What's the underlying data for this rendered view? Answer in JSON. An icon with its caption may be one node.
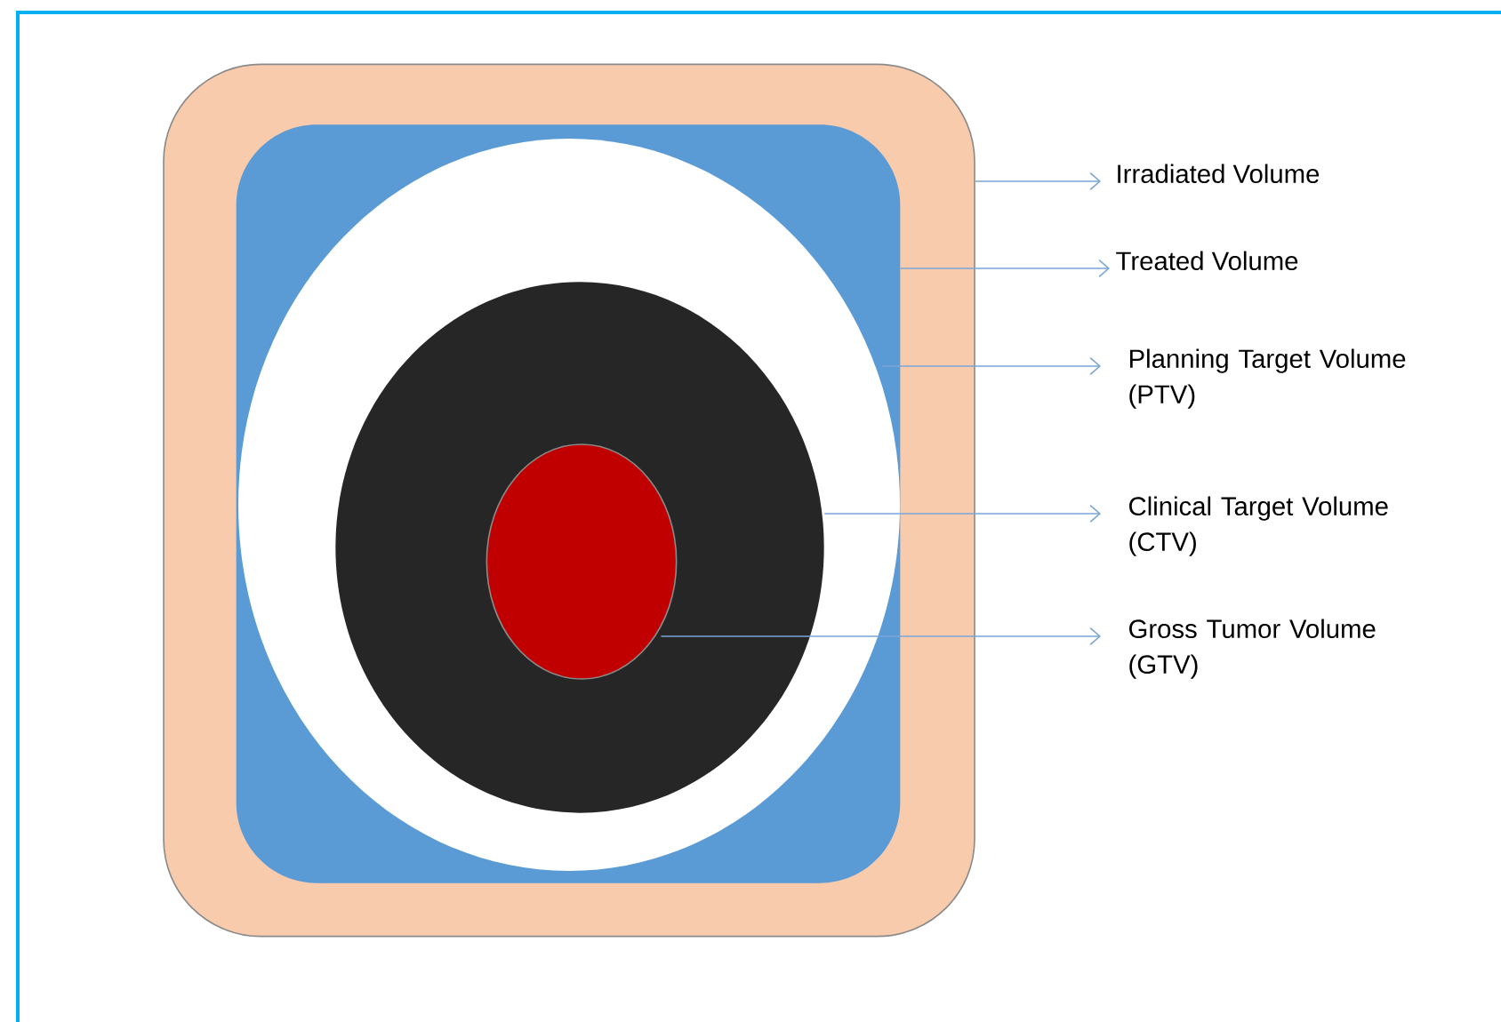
{
  "diagram": {
    "nodes": [
      {
        "text": [],
        "shape": "box"
      },
      {
        "text": [],
        "shape": "box",
        "in": 0
      },
      {
        "text": [],
        "shape": "circle",
        "in": 1
      },
      {
        "text": [],
        "shape": "circle",
        "in": 2
      },
      {
        "text": [],
        "shape": "circle",
        "in": 3
      },
      {
        "text": [
          "Irradiated Volume"
        ]
      },
      {
        "text": [
          "Treated Volume"
        ]
      },
      {
        "text": [
          "Planning Target Volume (PTV)"
        ]
      },
      {
        "text": [
          "Clinical Target Volume (CTV)"
        ]
      },
      {
        "text": [
          "Gross Tumor Volume (GTV)"
        ]
      }
    ],
    "edges": [
      {
        "from": 0,
        "to": 5,
        "arrow": "to"
      },
      {
        "from": 1,
        "to": 6,
        "arrow": "to"
      },
      {
        "from": 2,
        "to": 7,
        "arrow": "to"
      },
      {
        "from": 3,
        "to": 8,
        "arrow": "to"
      },
      {
        "from": 4,
        "to": 9,
        "arrow": "to"
      }
    ]
  }
}
